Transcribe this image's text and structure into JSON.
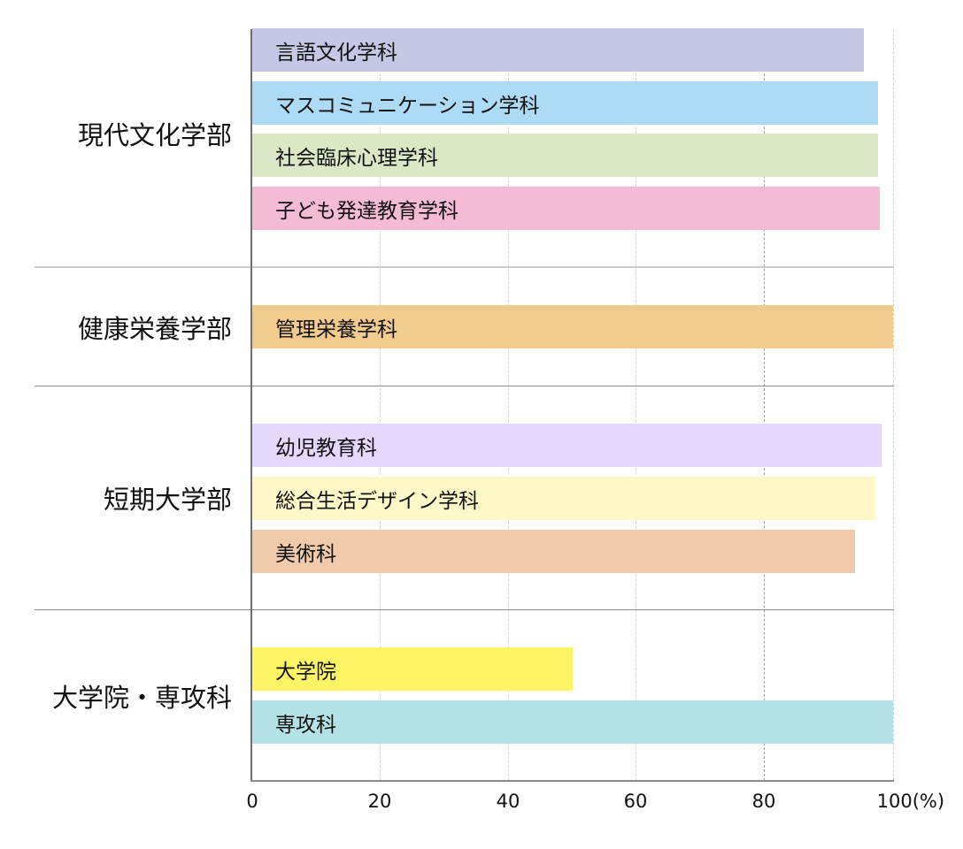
{
  "chart_data": {
    "type": "bar",
    "orientation": "horizontal",
    "title": "",
    "xlabel": "(%)",
    "ylabel": "",
    "xlim": [
      0,
      100
    ],
    "x_ticks": [
      "0",
      "20",
      "40",
      "60",
      "80",
      "100(%)"
    ],
    "grid": "vertical dashed at each tick",
    "groups": [
      {
        "name": "現代文化学部",
        "categories": [
          "言語文化学科",
          "マスコミュニケーション学科",
          "社会臨床心理学科",
          "子ども発達教育学科"
        ],
        "values": [
          95.5,
          97.7,
          97.7,
          97.9
        ],
        "colors": [
          "#c4c8e4",
          "#addaf4",
          "#dae8c6",
          "#f4bbd5"
        ]
      },
      {
        "name": "健康栄養学部",
        "categories": [
          "管理栄養学科"
        ],
        "values": [
          100
        ],
        "colors": [
          "#f1cc8e"
        ]
      },
      {
        "name": "短期大学部",
        "categories": [
          "幼児教育科",
          "総合生活デザイン学科",
          "美術科"
        ],
        "values": [
          98.2,
          97.3,
          94.0
        ],
        "colors": [
          "#e5d8fd",
          "#fef7c8",
          "#f0cbab"
        ]
      },
      {
        "name": "大学院・専攻科",
        "categories": [
          "大学院",
          "専攻科"
        ],
        "values": [
          50,
          100
        ],
        "colors": [
          "#fef566",
          "#b4e3e7"
        ]
      }
    ]
  },
  "groups": [
    {
      "label": "現代文化学部"
    },
    {
      "label": "健康栄養学部"
    },
    {
      "label": "短期大学部"
    },
    {
      "label": "大学院・専攻科"
    }
  ],
  "bars": [
    {
      "label": "言語文化学科",
      "value": 95.5,
      "color": "#c4c8e4"
    },
    {
      "label": "マスコミュニケーション学科",
      "value": 97.7,
      "color": "#addaf4"
    },
    {
      "label": "社会臨床心理学科",
      "value": 97.7,
      "color": "#dae8c6"
    },
    {
      "label": "子ども発達教育学科",
      "value": 97.9,
      "color": "#f4bbd5"
    },
    {
      "label": "管理栄養学科",
      "value": 100,
      "color": "#f1cc8e"
    },
    {
      "label": "幼児教育科",
      "value": 98.2,
      "color": "#e5d8fd"
    },
    {
      "label": "総合生活デザイン学科",
      "value": 97.3,
      "color": "#fef7c8"
    },
    {
      "label": "美術科",
      "value": 94.0,
      "color": "#f0cbab"
    },
    {
      "label": "大学院",
      "value": 50,
      "color": "#fef566"
    },
    {
      "label": "専攻科",
      "value": 100,
      "color": "#b4e3e7"
    }
  ],
  "axis": {
    "ticks": [
      "0",
      "20",
      "40",
      "60",
      "80",
      "100(%)"
    ]
  }
}
